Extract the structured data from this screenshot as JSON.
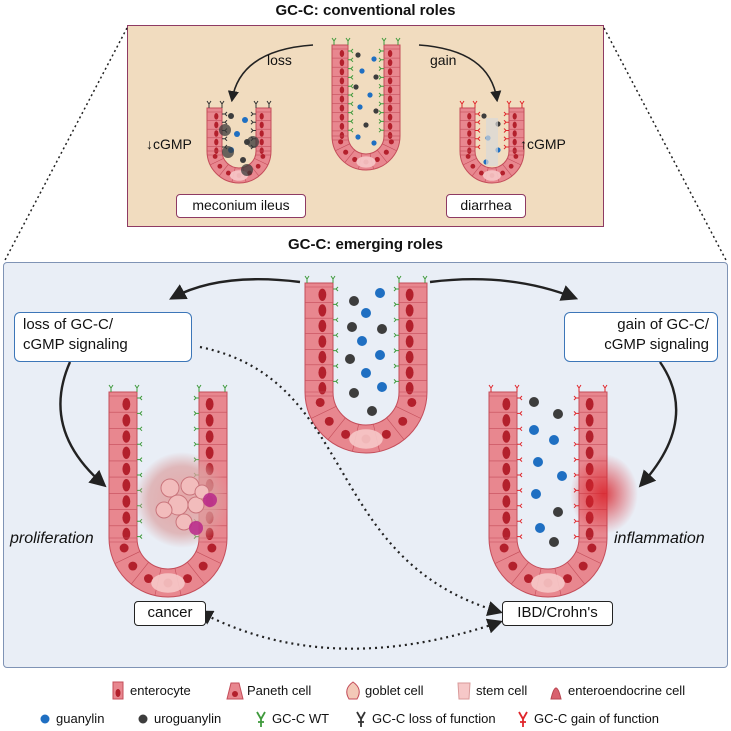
{
  "top": {
    "title": "GC-C: conventional roles",
    "loss": "loss",
    "gain": "gain",
    "down_cgmp": "↓cGMP",
    "up_cgmp": "↑cGMP",
    "meconium": "meconium ileus",
    "diarrhea": "diarrhea"
  },
  "bottom": {
    "title": "GC-C: emerging roles",
    "loss_box": "loss of GC-C/\ncGMP signaling",
    "gain_box": "gain of GC-C/\ncGMP signaling",
    "proliferation": "proliferation",
    "inflammation": "inflammation",
    "cancer": "cancer",
    "ibd": "IBD/Crohn's"
  },
  "legend": {
    "row1": [
      {
        "icon": "enterocyte-icon",
        "label": "enterocyte"
      },
      {
        "icon": "paneth-cell-icon",
        "label": "Paneth cell"
      },
      {
        "icon": "goblet-cell-icon",
        "label": "goblet cell"
      },
      {
        "icon": "stem-cell-icon",
        "label": "stem  cell"
      },
      {
        "icon": "enteroendocrine-cell-icon",
        "label": "enteroendocrine cell"
      }
    ],
    "row2": [
      {
        "icon": "guanylin-icon",
        "label": "guanylin"
      },
      {
        "icon": "uroguanylin-icon",
        "label": "uroguanylin"
      },
      {
        "icon": "gcc-wt-icon",
        "label": "GC-C WT"
      },
      {
        "icon": "gcc-loss-icon",
        "label": "GC-C loss of function"
      },
      {
        "icon": "gcc-gain-icon",
        "label": "GC-C gain of function"
      }
    ]
  },
  "colors": {
    "tissue": "#e8878f",
    "tissue_light": "#f6c8c8",
    "nucleus": "#b3202c",
    "guanylin": "#1f6fc2",
    "uroguanylin": "#3d3d3d",
    "wt": "#3f9a3c",
    "gain": "#e0262b",
    "loss": "#333333"
  }
}
